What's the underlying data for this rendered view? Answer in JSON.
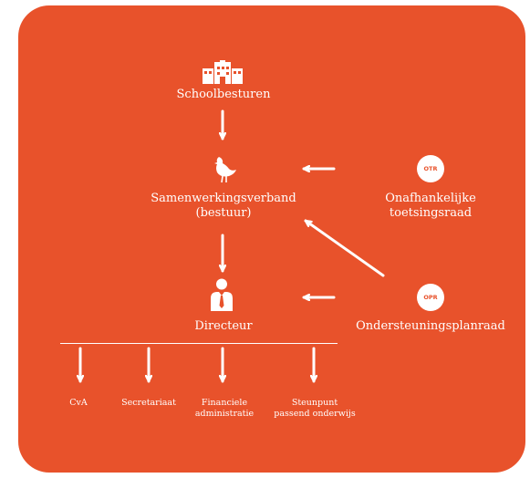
{
  "nodes": {
    "schoolbesturen": "Schoolbesturen",
    "samenwerkingsverband_line1": "Samenwerkingsverband",
    "samenwerkingsverband_line2": "(bestuur)",
    "directeur": "Directeur",
    "otr_line1": "Onafhankelijke",
    "otr_line2": "toetsingsraad",
    "opr": "Ondersteuningsplanraad"
  },
  "badges": {
    "otr": "OTR",
    "opr": "OPR"
  },
  "departments": [
    {
      "line1": "CvA",
      "line2": ""
    },
    {
      "line1": "Secretariaat",
      "line2": ""
    },
    {
      "line1": "Financiele",
      "line2": "administratie"
    },
    {
      "line1": "Steunpunt",
      "line2": "passend onderwijs"
    }
  ],
  "colors": {
    "background": "#e8522b",
    "foreground": "#ffffff"
  },
  "icons": [
    "school-building-icon",
    "bird-icon",
    "person-tie-icon"
  ]
}
